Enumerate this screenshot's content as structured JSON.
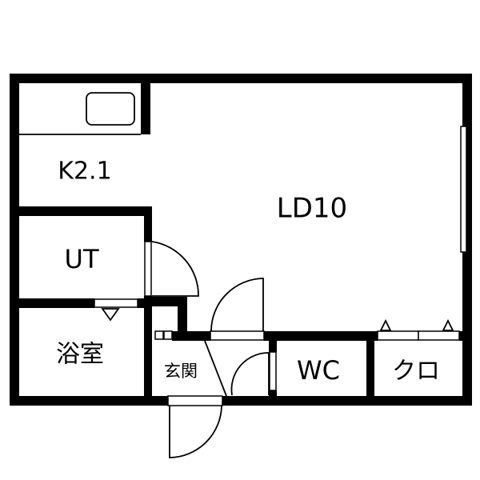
{
  "rooms": {
    "kitchen": "K2.1",
    "living_dining": "LD10",
    "utility": "UT",
    "bathroom": "浴室",
    "entrance": "玄関",
    "toilet": "WC",
    "closet": "クロ"
  },
  "colors": {
    "wall": "#000000",
    "background": "#ffffff"
  }
}
